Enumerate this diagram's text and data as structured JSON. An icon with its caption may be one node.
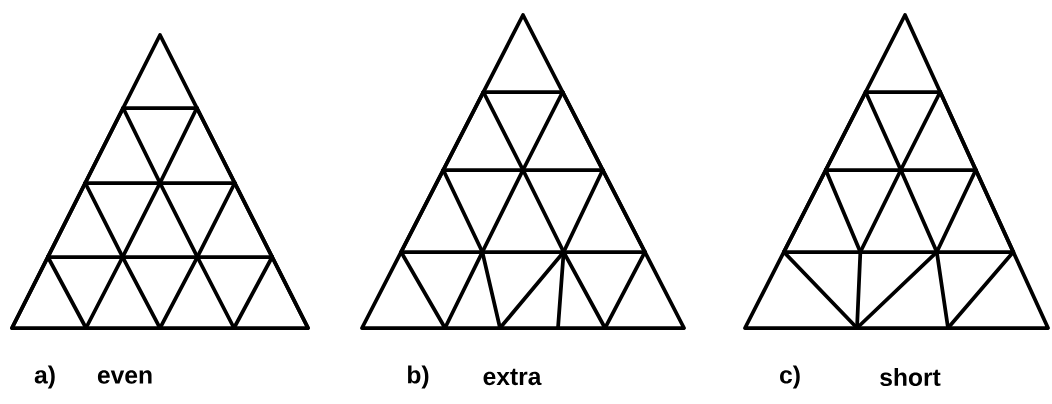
{
  "diagram": {
    "labels": [
      "a)",
      "even",
      "b)",
      "extra",
      "c)",
      "short"
    ]
  }
}
